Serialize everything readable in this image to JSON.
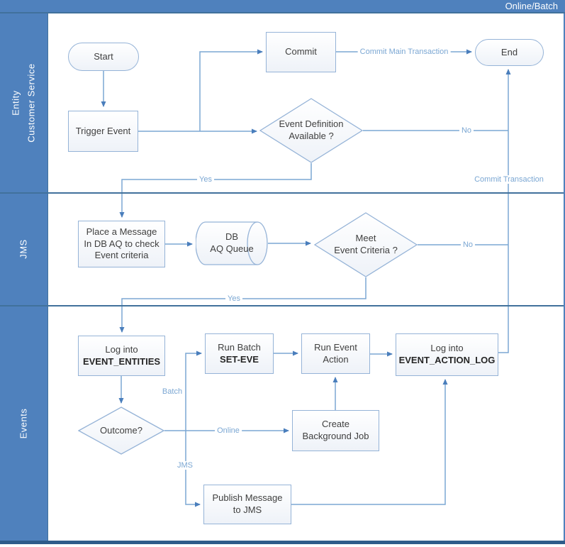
{
  "title": "Online/Batch",
  "lanes": {
    "lane1": {
      "line1": "Entity",
      "line2": "Customer Service"
    },
    "lane2": {
      "label": "JMS"
    },
    "lane3": {
      "label": "Events"
    }
  },
  "nodes": {
    "start": {
      "label": "Start"
    },
    "trigger_event": {
      "label": "Trigger Event"
    },
    "commit": {
      "label": "Commit"
    },
    "event_definition": {
      "line1": "Event Definition",
      "line2": "Available ?"
    },
    "end": {
      "label": "End"
    },
    "place_message": {
      "line1": "Place a Message",
      "line2": "In DB AQ to check",
      "line3": "Event criteria"
    },
    "db_aq_queue": {
      "line1": "DB",
      "line2": "AQ Queue"
    },
    "meet_criteria": {
      "line1": "Meet",
      "line2": "Event Criteria ?"
    },
    "log_event_entities": {
      "line1": "Log into",
      "line2": "EVENT_ENTITIES"
    },
    "run_batch": {
      "line1": "Run Batch",
      "line2": "SET-EVE"
    },
    "run_event_action": {
      "line1": "Run Event",
      "line2": "Action"
    },
    "log_event_action_log": {
      "line1": "Log into",
      "line2": "EVENT_ACTION_LOG"
    },
    "outcome": {
      "label": "Outcome?"
    },
    "create_background_job": {
      "line1": "Create",
      "line2": "Background Job"
    },
    "publish_message": {
      "line1": "Publish Message",
      "line2": "to JMS"
    }
  },
  "edge_labels": {
    "commit_main_transaction": "Commit Main Transaction",
    "no_event_definition": "No",
    "yes_event_definition": "Yes",
    "commit_transaction": "Commit Transaction",
    "no_meet_criteria": "No",
    "yes_meet_criteria": "Yes",
    "batch": "Batch",
    "online": "Online",
    "jms": "JMS"
  },
  "colors": {
    "header_blue": "#4f81bd",
    "divider_blue": "#41719c",
    "shape_border": "#95b3d7",
    "connector": "#7ba7d3",
    "arrowhead": "#4a7ebc",
    "edge_label_text": "#7ba7d3",
    "shape_text": "#3f3f3f",
    "bottom_bar": "#2e5c8a"
  }
}
